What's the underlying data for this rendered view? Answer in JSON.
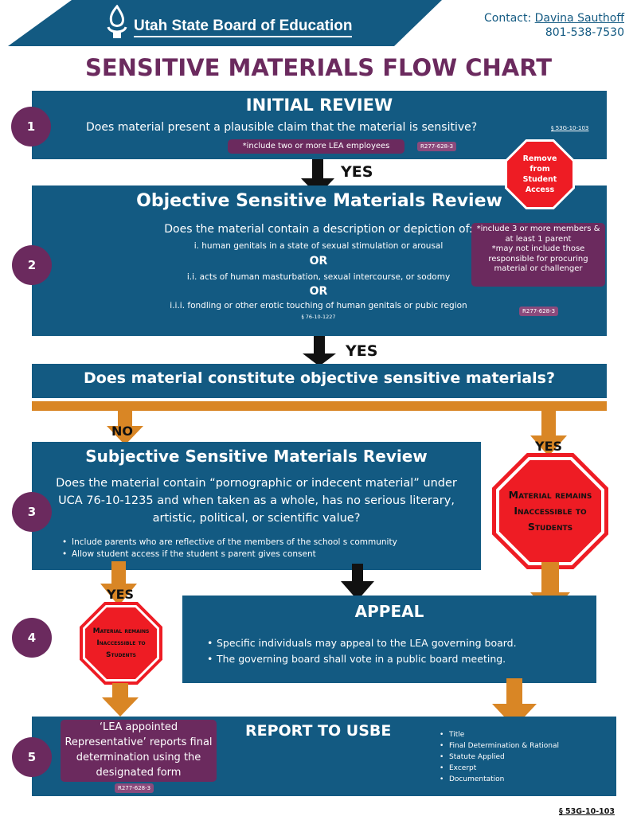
{
  "header": {
    "org_name": "Utah State Board of Education",
    "contact_label": "Contact:",
    "contact_name": "Davina Sauthoff",
    "contact_phone": "801-538-7530"
  },
  "title": "SENSITIVE MATERIALS FLOW CHART",
  "steps": [
    "1",
    "2",
    "3",
    "4",
    "5"
  ],
  "initial_review": {
    "heading": "INITIAL REVIEW",
    "question": "Does material present a plausible claim that the material is sensitive?",
    "statute": "§ 53G-10-103",
    "note": "*include two or more LEA employees",
    "rule": "R277-628-3"
  },
  "arrow_yes_1": "YES",
  "remove_sign": "Remove from Student Access",
  "objective_review": {
    "heading": "Objective Sensitive Materials Review",
    "question": "Does the material contain a description or depiction of:",
    "item_1": "i. human genitals in a state of sexual stimulation or arousal",
    "or_1": "OR",
    "item_2": "i.i. acts of human masturbation, sexual intercourse, or sodomy",
    "or_2": "OR",
    "item_3": "i.i.i. fondling or other erotic touching of human genitals or pubic region",
    "statute": "§ 76-10-1227",
    "note_1": "*include 3 or more members & at least 1 parent",
    "note_2": "*may not include those responsible for procuring material or challenger",
    "rule": "R277-628-3"
  },
  "arrow_yes_2": "YES",
  "constitute_question": "Does material constitute objective sensitive materials?",
  "label_no": "NO",
  "label_yes_right": "YES",
  "subjective_review": {
    "heading": "Subjective Sensitive Materials Review",
    "question": "Does the material contain “pornographic or indecent material” under UCA 76-10-1235 and when taken as a whole, has no serious literary, artistic, political, or scientific value?",
    "bullet_1": "Include parents who are reflective of the members of the school s community",
    "bullet_2": "Allow student access if the student s parent gives consent"
  },
  "big_sign": "Material remains Inaccessible to Students",
  "label_yes_left": "YES",
  "small_sign": "Material remains Inaccessible to Students",
  "appeal": {
    "heading": "APPEAL",
    "bullet_1": "Specific individuals may appeal to the LEA governing board.",
    "bullet_2": "The governing board shall vote in a public board meeting."
  },
  "report": {
    "heading": "REPORT TO USBE",
    "representative_note": "‘LEA appointed Representative’ reports final determination using the designated form",
    "rule": "R277-628-3",
    "items": [
      "Title",
      "Final Determination & Rational",
      "Statute Applied",
      "Excerpt",
      "Documentation"
    ]
  },
  "footer_statute": "§ 53G-10-103",
  "colors": {
    "blue": "#135a82",
    "purple": "#6b2a5e",
    "orange": "#d98625",
    "red": "#ee1c24"
  }
}
